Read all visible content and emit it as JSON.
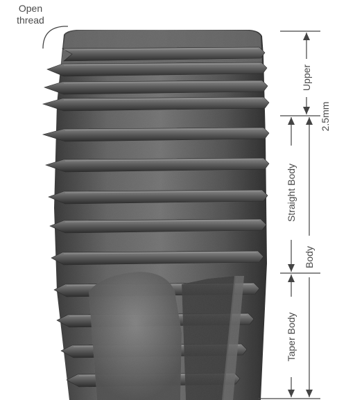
{
  "annotation": {
    "line1": "Open",
    "line2": "thread"
  },
  "dimensions": {
    "upper": "Upper",
    "upper_value": "2.5mm",
    "straight_body": "Straight Body",
    "body": "Body",
    "taper_body": "Taper Body"
  },
  "colors": {
    "line": "#444444",
    "text": "#4a4a4a",
    "implant": "#5e5e5e",
    "thread": "#4a4a4a"
  }
}
